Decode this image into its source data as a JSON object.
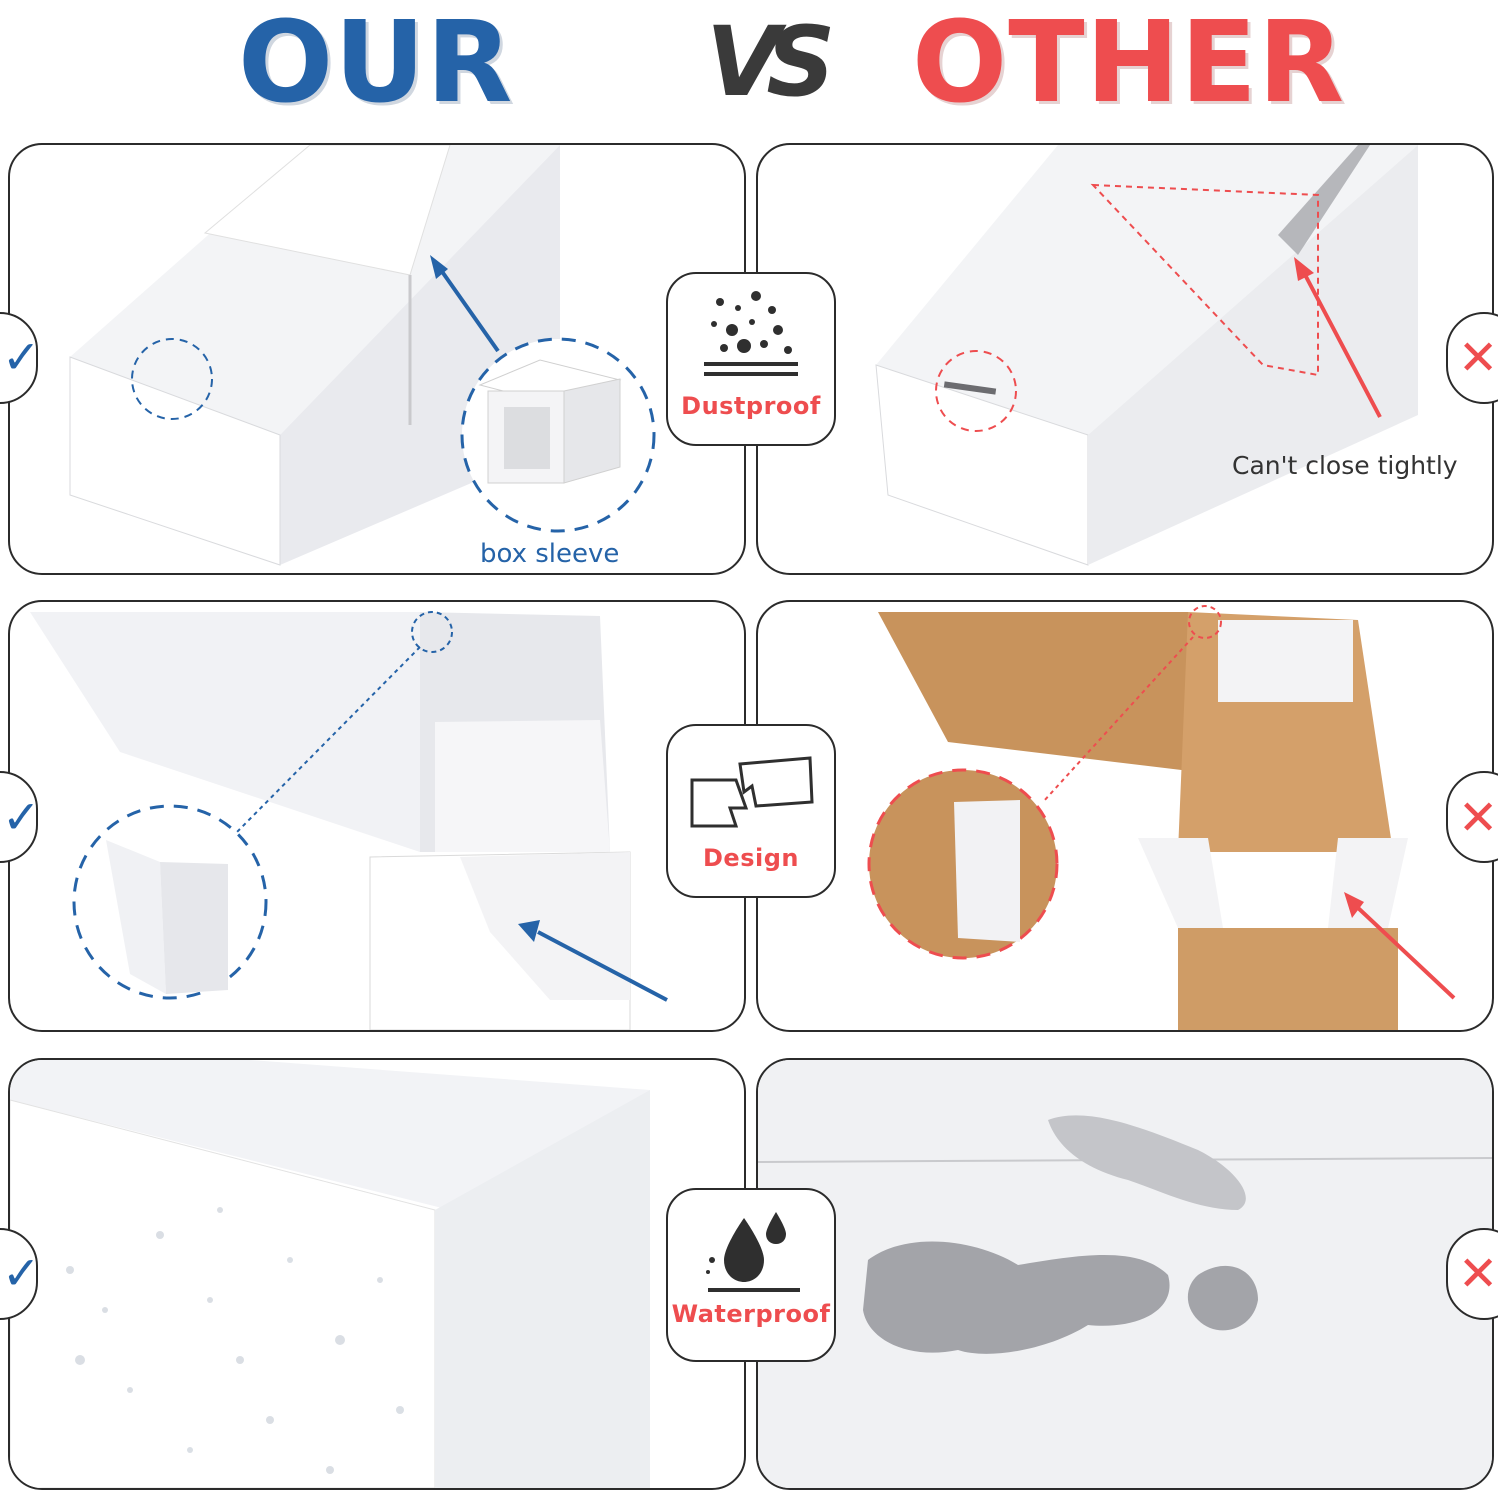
{
  "header": {
    "left": "OUR",
    "middle": "VS",
    "right": "OTHER"
  },
  "colors": {
    "ours": "#2563a8",
    "other": "#ee4d4f",
    "outline": "#2b2b2b",
    "kraft": "#c8935c"
  },
  "features": [
    {
      "label": "Dustproof",
      "icon": "dust-particles-icon"
    },
    {
      "label": "Design",
      "icon": "interlocking-flap-icon"
    },
    {
      "label": "Waterproof",
      "icon": "water-drops-icon"
    }
  ],
  "ours": {
    "marks": [
      "✓",
      "✓",
      "✓"
    ],
    "captions": {
      "sleeve": "box sleeve"
    }
  },
  "other": {
    "marks": [
      "✕",
      "✕",
      "✕"
    ],
    "captions": {
      "close": "Can't close tightly"
    }
  }
}
